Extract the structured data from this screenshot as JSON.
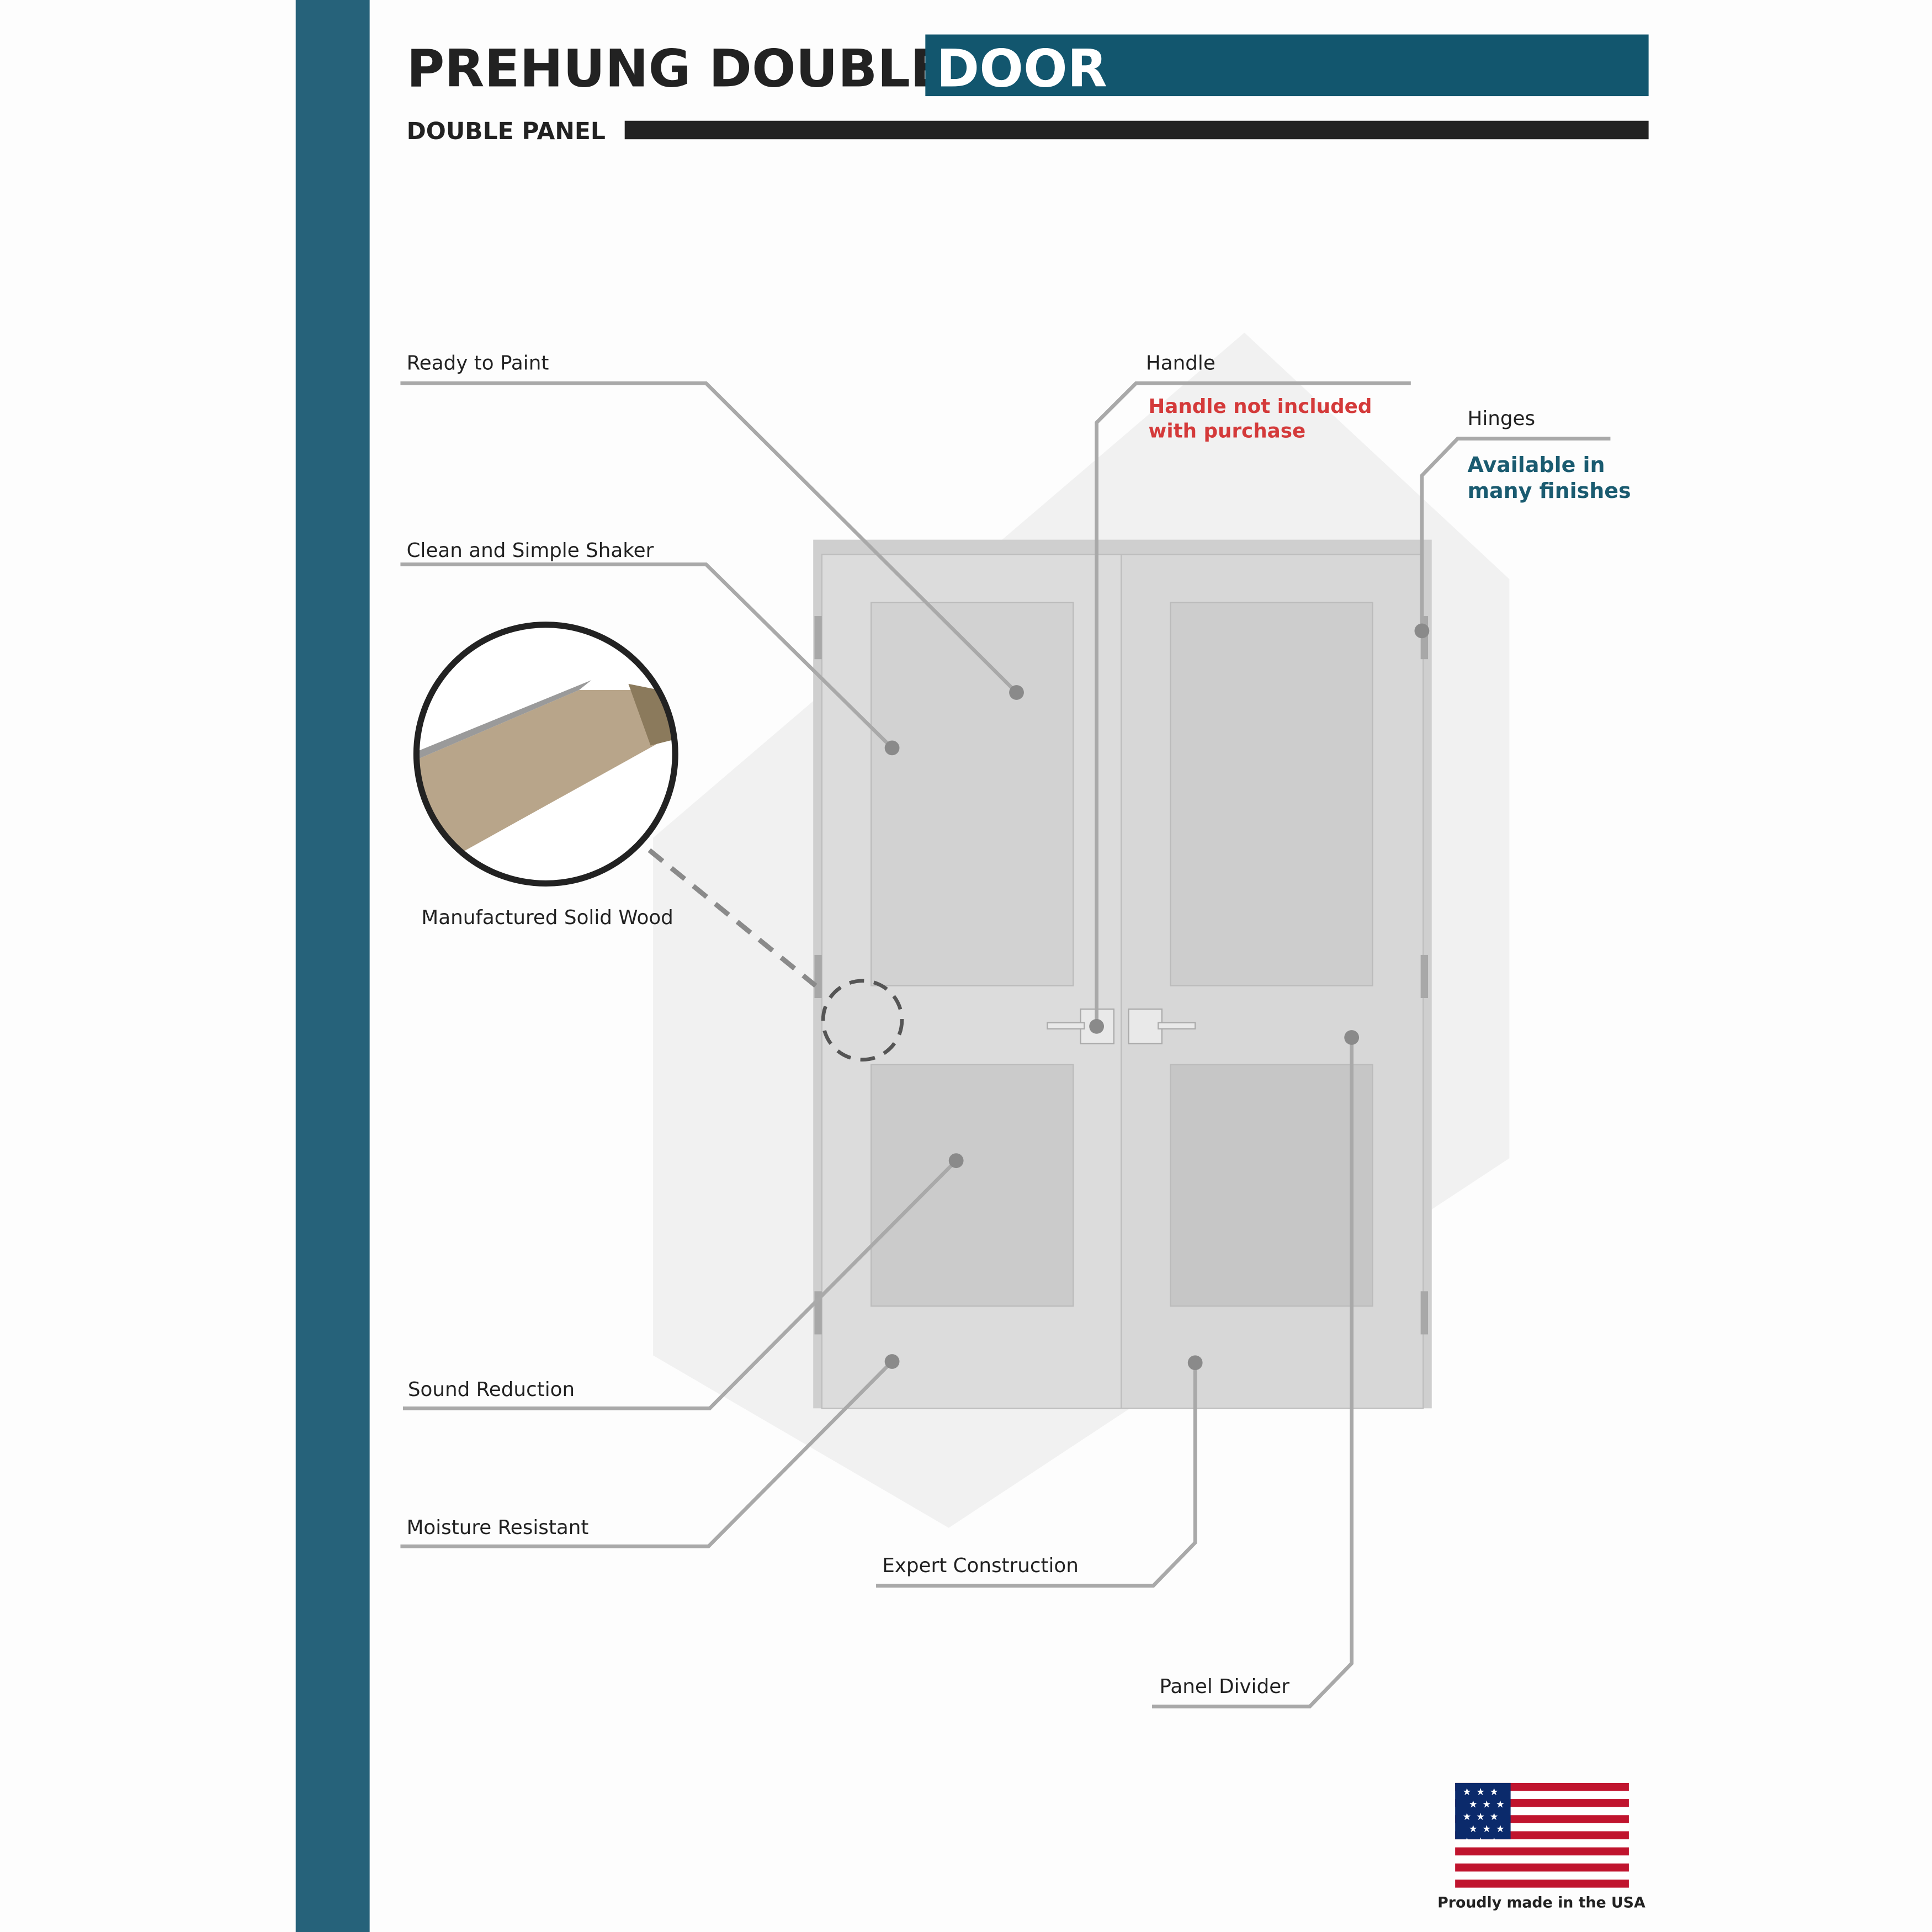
{
  "header": {
    "title_dark": "PREHUNG DOUBLE",
    "title_highlight": "DOOR",
    "subtitle": "DOUBLE PANEL"
  },
  "callouts": {
    "ready_to_paint": "Ready to Paint",
    "shaker": "Clean and Simple Shaker",
    "handle": "Handle",
    "handle_note_1": "Handle not included",
    "handle_note_2": "with purchase",
    "hinges": "Hinges",
    "hinges_note_1": "Available in",
    "hinges_note_2": "many finishes",
    "solid_wood": "Manufactured Solid Wood",
    "sound": "Sound Reduction",
    "moisture": "Moisture Resistant",
    "construction": "Expert Construction",
    "divider": "Panel Divider"
  },
  "footer": {
    "made_in": "Proudly made in the USA"
  },
  "colors": {
    "sidebar": "#26627a",
    "brand": "#12566e",
    "warning": "#d43a3a",
    "accent_text": "#1a5b70"
  }
}
